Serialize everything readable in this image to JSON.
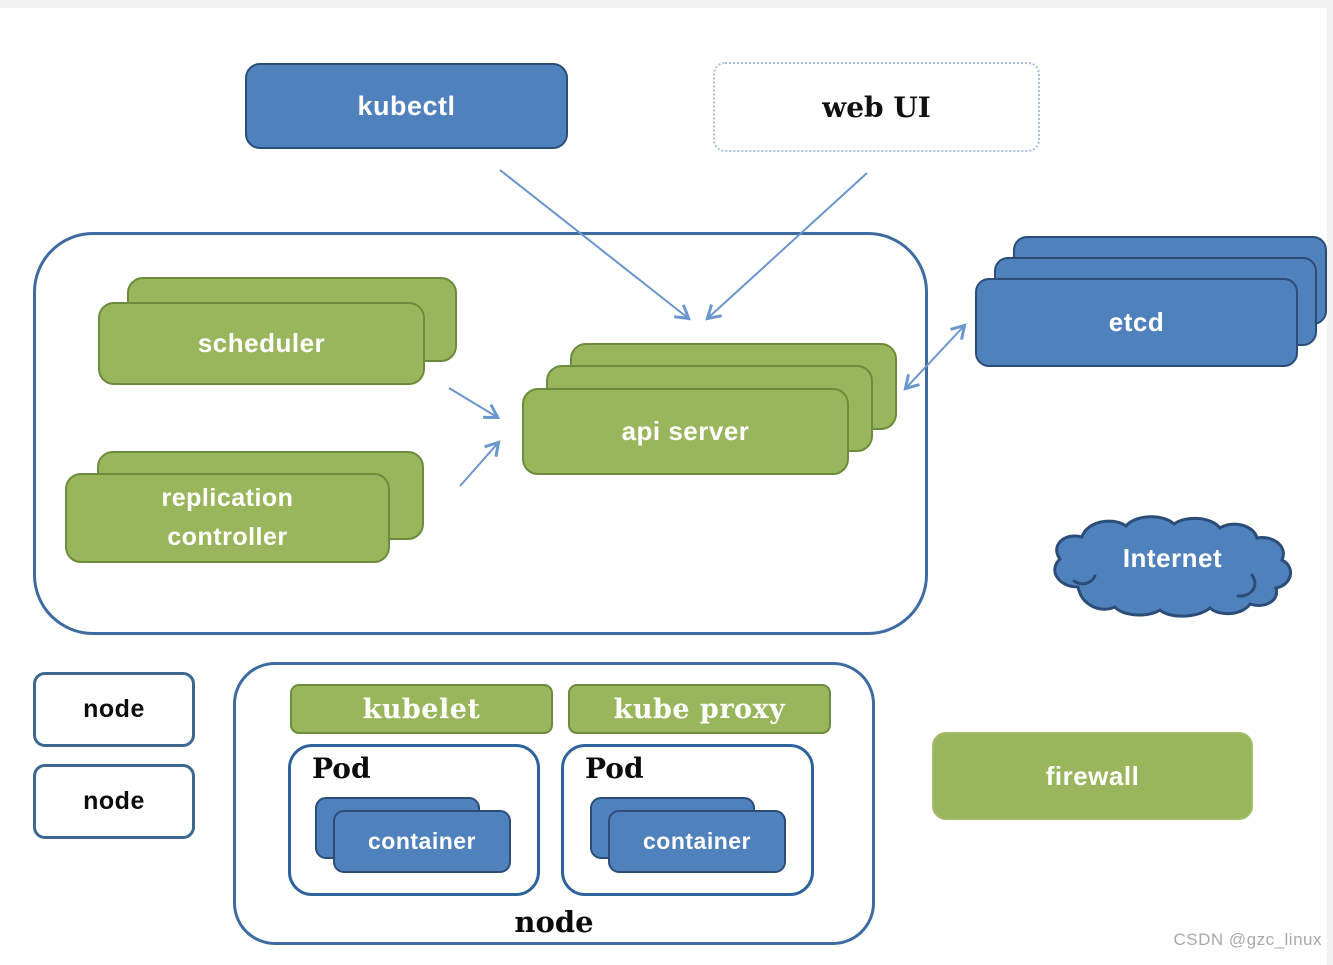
{
  "watermark": "CSDN @gzc_linux",
  "nodes": {
    "kubectl": {
      "label": "kubectl"
    },
    "web_ui": {
      "label": "web UI"
    },
    "scheduler": {
      "label": "scheduler"
    },
    "replication_controller": {
      "line1": "replication",
      "line2": "controller"
    },
    "api_server": {
      "label": "api server"
    },
    "etcd": {
      "label": "etcd"
    },
    "internet": {
      "label": "Internet"
    },
    "firewall": {
      "label": "firewall"
    },
    "node_list": {
      "node1": "node",
      "node2": "node"
    },
    "worker": {
      "kubelet": "kubelet",
      "kube_proxy": "kube proxy",
      "pod1": {
        "label": "Pod",
        "container": "container"
      },
      "pod2": {
        "label": "Pod",
        "container": "container"
      },
      "label": "node"
    }
  },
  "edges": [
    {
      "from": "kubectl",
      "to": "api server",
      "direction": "one-way"
    },
    {
      "from": "web UI",
      "to": "api server",
      "direction": "one-way"
    },
    {
      "from": "scheduler",
      "to": "api server",
      "direction": "one-way"
    },
    {
      "from": "replication controller",
      "to": "api server",
      "direction": "one-way"
    },
    {
      "from": "api server",
      "to": "etcd",
      "direction": "two-way"
    }
  ],
  "colors": {
    "green_fill": "#9ab65c",
    "green_border": "#6d8b3c",
    "blue_fill": "#4f81bd",
    "blue_border": "#2b4d77",
    "outline": "#3e6ba0",
    "pod_border": "#2e639c",
    "nodebox_border": "#3c6890",
    "webui_border": "#a8bedd",
    "firewall_border": "#a2bd6b",
    "arrow": "#6b96ce",
    "watermark": "#a9a9a9",
    "strip": "#f1f1f1"
  }
}
